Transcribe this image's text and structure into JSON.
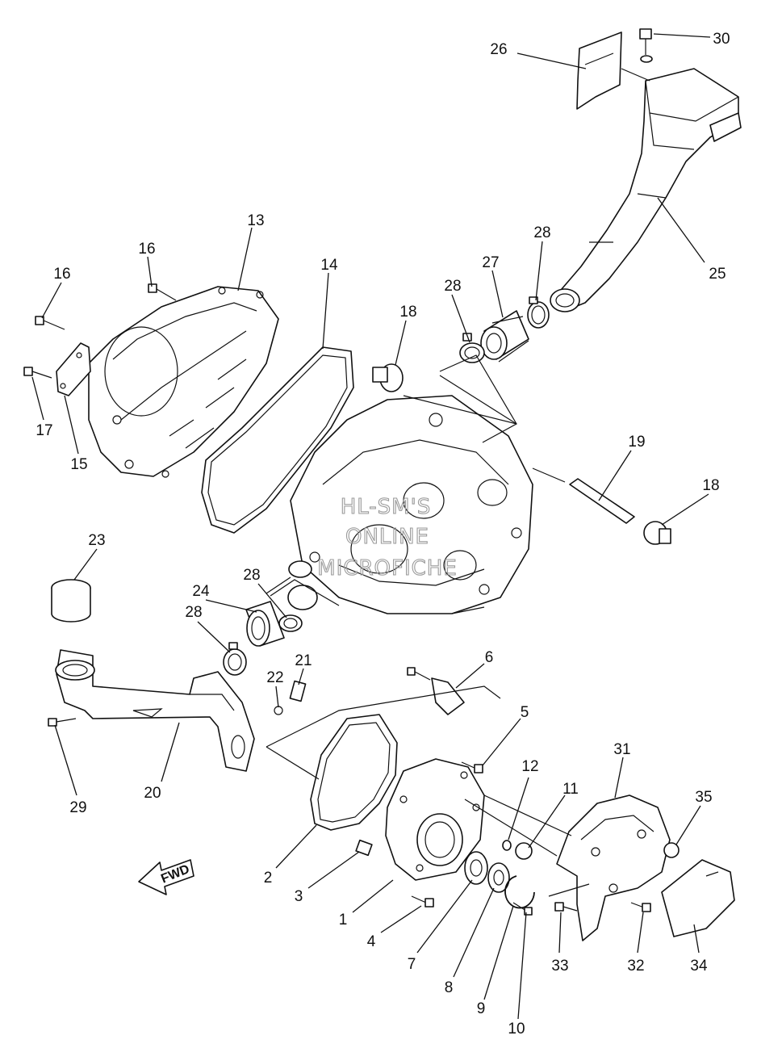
{
  "watermark": {
    "line1": "HL-SM'S",
    "line2": "ONLINE",
    "line3": "MICROFICHE"
  },
  "fwd_arrow": {
    "label": "FWD"
  },
  "callouts": [
    {
      "id": "c1",
      "label": "1"
    },
    {
      "id": "c2",
      "label": "2"
    },
    {
      "id": "c3",
      "label": "3"
    },
    {
      "id": "c4",
      "label": "4"
    },
    {
      "id": "c5",
      "label": "5"
    },
    {
      "id": "c6",
      "label": "6"
    },
    {
      "id": "c7",
      "label": "7"
    },
    {
      "id": "c8",
      "label": "8"
    },
    {
      "id": "c9",
      "label": "9"
    },
    {
      "id": "c10",
      "label": "10"
    },
    {
      "id": "c11",
      "label": "11"
    },
    {
      "id": "c12",
      "label": "12"
    },
    {
      "id": "c13",
      "label": "13"
    },
    {
      "id": "c14",
      "label": "14"
    },
    {
      "id": "c15",
      "label": "15"
    },
    {
      "id": "c16a",
      "label": "16"
    },
    {
      "id": "c16b",
      "label": "16"
    },
    {
      "id": "c17",
      "label": "17"
    },
    {
      "id": "c18a",
      "label": "18"
    },
    {
      "id": "c18b",
      "label": "18"
    },
    {
      "id": "c19",
      "label": "19"
    },
    {
      "id": "c20",
      "label": "20"
    },
    {
      "id": "c21",
      "label": "21"
    },
    {
      "id": "c22",
      "label": "22"
    },
    {
      "id": "c23",
      "label": "23"
    },
    {
      "id": "c24",
      "label": "24"
    },
    {
      "id": "c25",
      "label": "25"
    },
    {
      "id": "c26",
      "label": "26"
    },
    {
      "id": "c27",
      "label": "27"
    },
    {
      "id": "c28a",
      "label": "28"
    },
    {
      "id": "c28b",
      "label": "28"
    },
    {
      "id": "c28c",
      "label": "28"
    },
    {
      "id": "c28d",
      "label": "28"
    },
    {
      "id": "c29",
      "label": "29"
    },
    {
      "id": "c30",
      "label": "30"
    },
    {
      "id": "c31",
      "label": "31"
    },
    {
      "id": "c32",
      "label": "32"
    },
    {
      "id": "c33",
      "label": "33"
    },
    {
      "id": "c34",
      "label": "34"
    },
    {
      "id": "c35",
      "label": "35"
    }
  ]
}
